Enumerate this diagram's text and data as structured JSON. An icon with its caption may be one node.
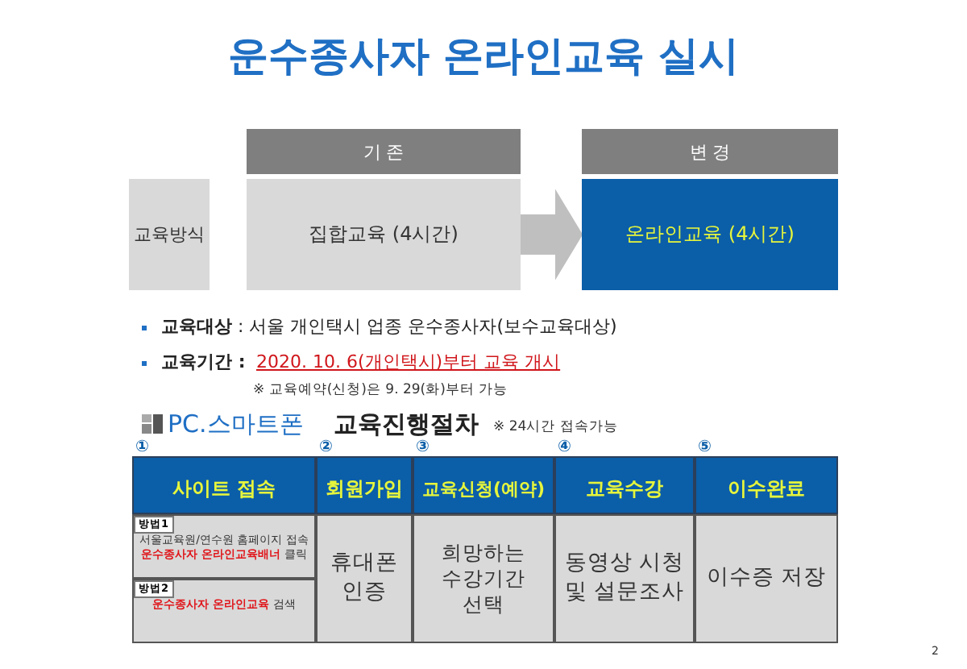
{
  "diagram": {
    "title": "운수종사자 온라인교육 실시",
    "nodes": [
      {
        "text": [
          "교육방식"
        ]
      },
      {
        "text": [
          "기 존"
        ]
      },
      {
        "text": [
          "집합교육 (4시간)"
        ]
      },
      {
        "text": [
          "변 경"
        ]
      },
      {
        "text": [
          "온라인교육 (4시간)"
        ]
      }
    ],
    "edges": [
      {
        "from": 2,
        "to": 4,
        "arrow": "to",
        "style": "thick"
      }
    ],
    "labels": [
      "**교육대상** : 서울 개인택시 업종 운수종사자(보수교육대상)",
      "교육기간 :",
      "2020. 10. 6(개인택시)부터 교육 개시",
      "※ 교육예약(신청)은 9. 29(화)부터 가능",
      "PC.스마트폰",
      "교육진행절차",
      "※ 24시간 접속가능",
      "①",
      "②",
      "③",
      "④",
      "⑤",
      "사이트 접속",
      "회원가입",
      "교육신청(예약)",
      "교육수강",
      "이수완료",
      "방법1",
      "서울교육원/연수원 홈페이지 접속 **운수종사자 온라인교육배너** 클릭",
      "방법2",
      "**운수종사자 온라인교육** 검색",
      "휴대폰 인증",
      "희망하는 수강기간 선택",
      "동영상 시청 및 설문조사",
      "이수증 저장",
      "2"
    ]
  }
}
